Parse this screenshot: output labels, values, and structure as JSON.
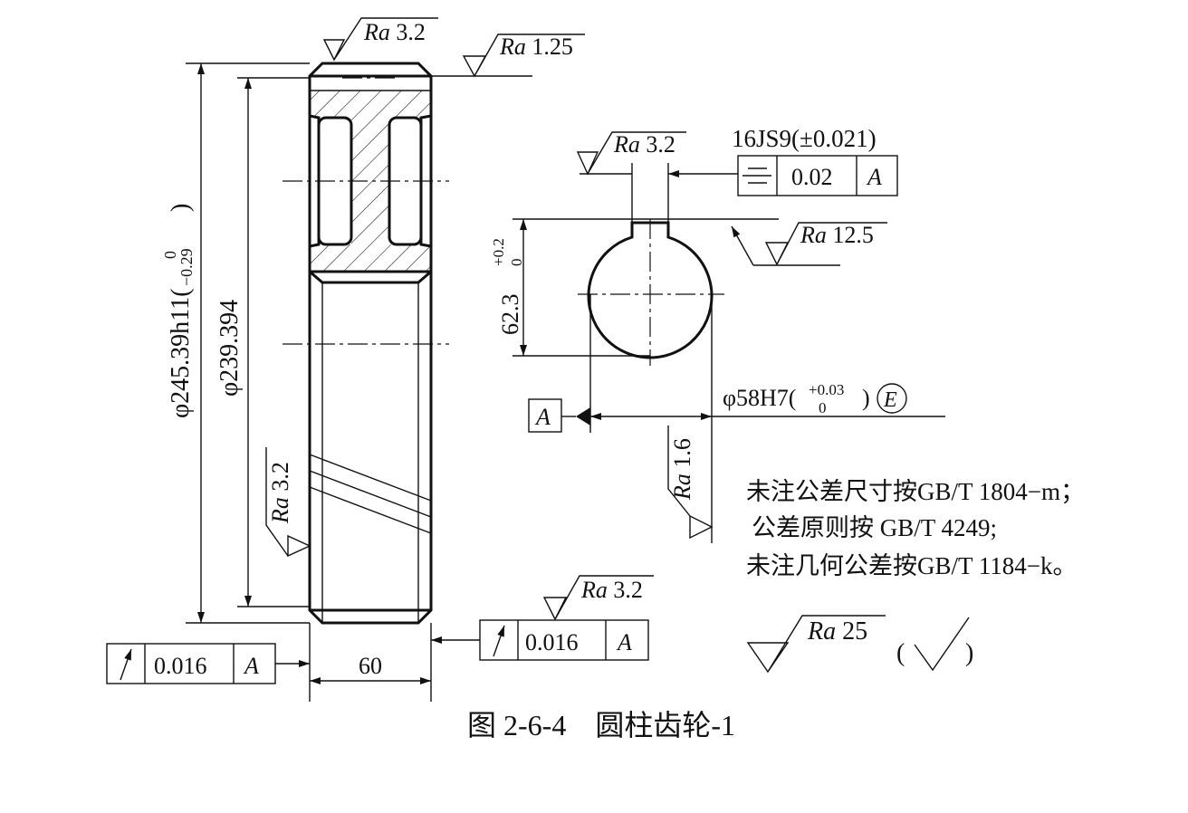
{
  "roughness": {
    "ra_label": "Ra",
    "top_face": "3.2",
    "outer_diameter": "1.25",
    "left_face": "3.2",
    "right_face": "3.2",
    "keyway_side": "3.2",
    "keyway_top": "12.5",
    "bore": "1.6",
    "general": "25"
  },
  "dimensions": {
    "tip_diameter": "φ245.39h11",
    "tip_tol_upper": "0",
    "tip_tol_lower": "−0.29",
    "pitch_diameter": "φ239.394",
    "face_width": "60",
    "keyway_height": "62.3",
    "keyway_tol_upper": "+0.2",
    "keyway_tol_lower": "0",
    "keyway_width": "16JS9(±0.021)",
    "bore_diameter": "φ58H7(",
    "bore_tol_upper": "+0.03",
    "bore_tol_lower": "0",
    "bore_envelope": "E"
  },
  "tolerance_frames": {
    "symmetry_value": "0.02",
    "symmetry_datum": "A",
    "runout_left_value": "0.016",
    "runout_left_datum": "A",
    "runout_right_value": "0.016",
    "runout_right_datum": "A",
    "datum_label": "A"
  },
  "notes": [
    "未注公差尺寸按GB/T 1804−m；",
    "公差原则按 GB/T 4249;",
    "未注几何公差按GB/T 1184−k。"
  ],
  "general_roughness_suffix_open": "(",
  "general_roughness_suffix_close": ")",
  "caption": "图 2-6-4　圆柱齿轮-1"
}
